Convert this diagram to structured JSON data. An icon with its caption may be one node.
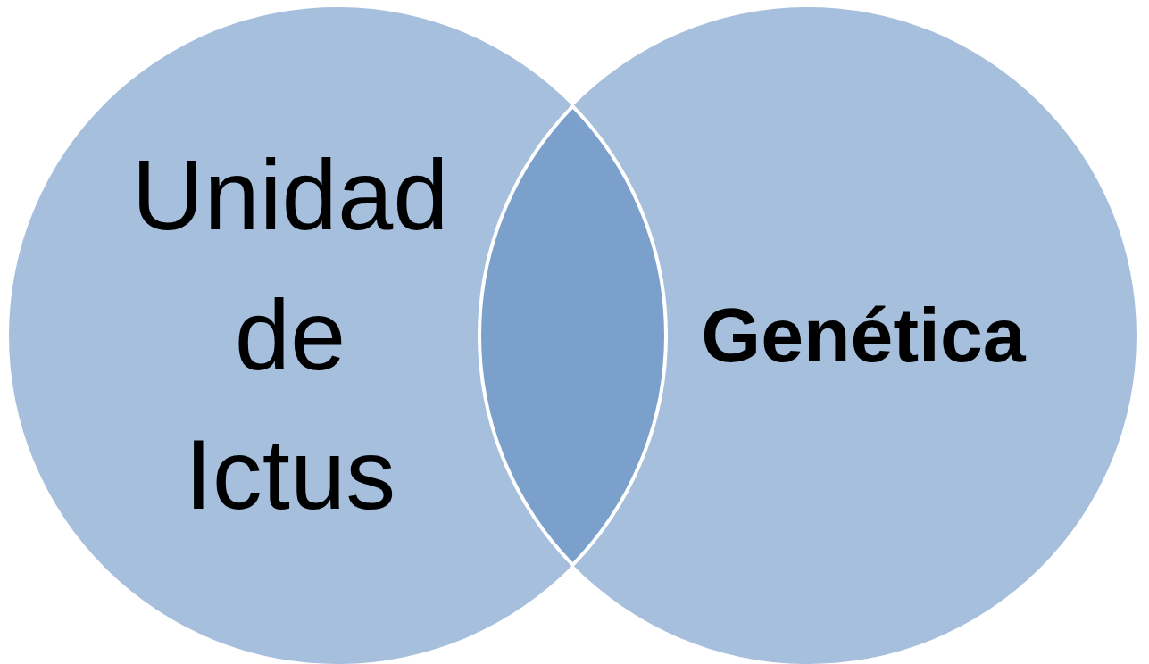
{
  "diagram": {
    "nodes": [
      {
        "text": [
          "Unidad de Ictus"
        ]
      },
      {
        "text": [
          "Genética"
        ]
      },
      {
        "text": [],
        "shape": "lens"
      }
    ]
  }
}
